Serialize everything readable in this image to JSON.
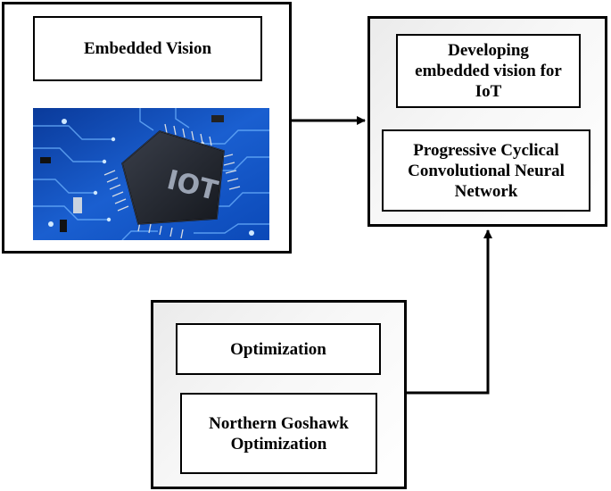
{
  "left_panel": {
    "title": "Embedded Vision",
    "image_text": "IOT"
  },
  "right_panel": {
    "box1": "Developing embedded vision for IoT",
    "box2": "Progressive Cyclical Convolutional Neural Network"
  },
  "bottom_panel": {
    "box1": "Optimization",
    "box2": "Northern Goshawk Optimization"
  },
  "colors": {
    "border": "#000000",
    "grey_panel": "#ebebeb",
    "circuit_blue": "#1a5fd0"
  },
  "icons": {
    "image": "iot-chip-circuit-board-image"
  }
}
